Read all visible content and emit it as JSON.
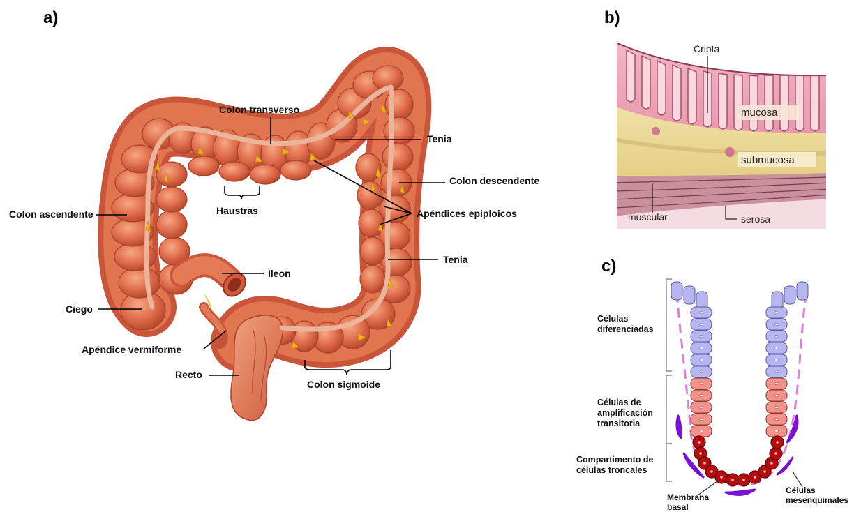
{
  "panels": {
    "a": "a)",
    "b": "b)",
    "c": "c)"
  },
  "panel_a": {
    "labels": {
      "colon_transverso": "Colon transverso",
      "tenia_top": "Tenia",
      "colon_descendente": "Colon descendente",
      "haustras": "Haustras",
      "apendices_epiploicos": "Apéndices epiploicos",
      "colon_ascendente": "Colon ascendente",
      "tenia_right": "Tenia",
      "ileon": "Íleon",
      "ciego": "Ciego",
      "apendice_vermiforme": "Apéndice vermiforme",
      "recto": "Recto",
      "colon_sigmoide": "Colon sigmoide"
    }
  },
  "panel_b": {
    "labels": {
      "cripta": "Cripta",
      "mucosa": "mucosa",
      "submucosa": "submucosa",
      "muscular": "muscular",
      "serosa": "serosa"
    }
  },
  "panel_c": {
    "labels": {
      "diferenciadas_1": "Células",
      "diferenciadas_2": "diferenciadas",
      "amplificacion_1": "Células de",
      "amplificacion_2": "amplificación",
      "amplificacion_3": "transitoria",
      "troncales_1": "Compartimento de",
      "troncales_2": "células troncales",
      "membrana_1": "Membrana",
      "membrana_2": "basal",
      "mesenquimales_1": "Células",
      "mesenquimales_2": "mesenquimales"
    }
  },
  "colors": {
    "colon": "#d9694a",
    "colon_dark": "#b4472e",
    "tenia": "#e8b69a",
    "fat": "#f2b21c",
    "diff_cell": "#b7b6ee",
    "ampl_cell": "#f2928a",
    "stem_cell": "#b50d0d",
    "mesenchymal": "#7a12d6",
    "basement": "#e07fe0"
  }
}
